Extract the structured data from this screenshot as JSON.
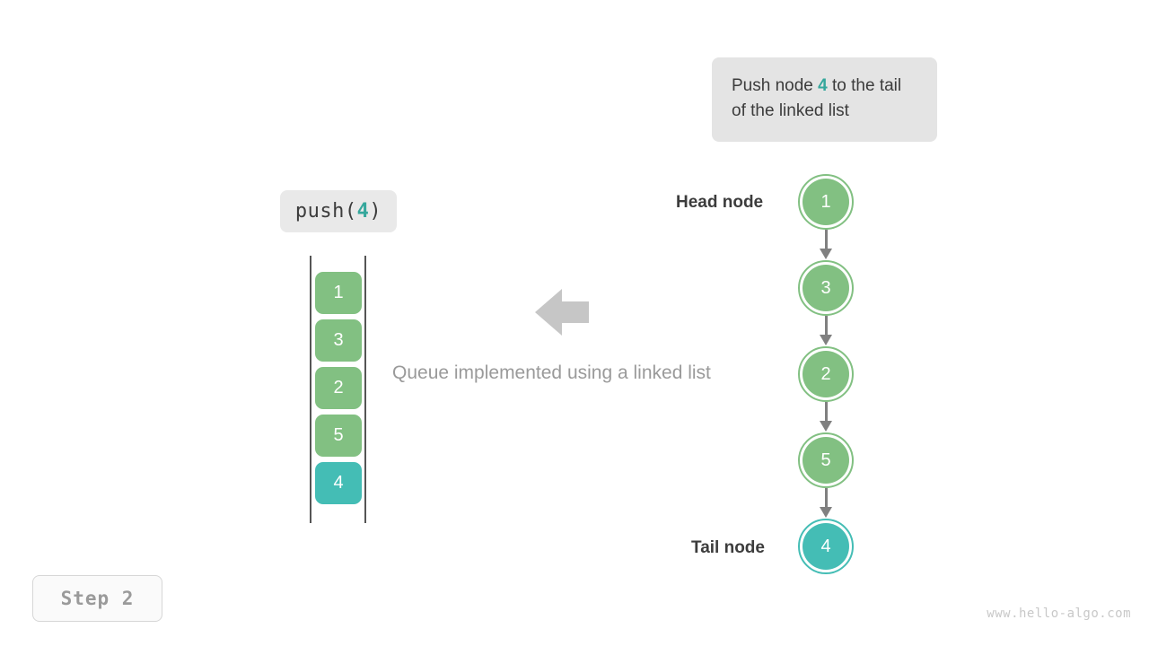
{
  "callout": {
    "text_before": "Push node ",
    "highlight": "4",
    "text_after": " to the tail of the linked list"
  },
  "operation_label": {
    "prefix": "push(",
    "argument": "4",
    "suffix": ")"
  },
  "queue": {
    "cells": [
      {
        "value": "1",
        "color": "green"
      },
      {
        "value": "3",
        "color": "green"
      },
      {
        "value": "2",
        "color": "green"
      },
      {
        "value": "5",
        "color": "green"
      },
      {
        "value": "4",
        "color": "teal"
      }
    ]
  },
  "caption": "Queue implemented using a linked list",
  "linked_list": {
    "head_label": "Head node",
    "tail_label": "Tail node",
    "nodes": [
      {
        "value": "1",
        "color": "green"
      },
      {
        "value": "3",
        "color": "green"
      },
      {
        "value": "2",
        "color": "green"
      },
      {
        "value": "5",
        "color": "green"
      },
      {
        "value": "4",
        "color": "teal"
      }
    ]
  },
  "step_badge": "Step 2",
  "watermark": "www.hello-algo.com",
  "colors": {
    "green": "#82c082",
    "teal": "#44bdb5",
    "accent": "#35a79c",
    "arrow_gray": "#808080",
    "block_arrow_gray": "#c6c6c6",
    "callout_bg": "#e4e4e4",
    "label_bg": "#e9e9e9",
    "text_dark": "#3c3c3c",
    "text_muted": "#9a9a9a"
  }
}
